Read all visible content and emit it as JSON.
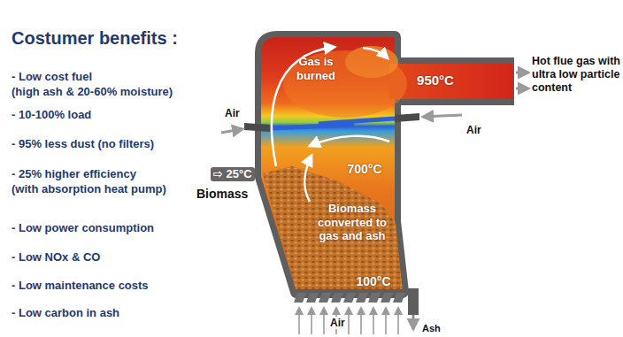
{
  "diagram": {
    "title": "Costumer benefits :",
    "labels": [
      "- Low cost fuel",
      "(high ash & 20-60% moisture)",
      "- 10-100% load",
      "- 95% less dust (no filters)",
      "- 25% higher efficiency",
      "(with absorption heat pump)",
      "- Low power consumption",
      "- Low NOx & CO",
      "- Low maintenance costs",
      "- Low carbon in ash",
      "Gas is burned",
      "950°C",
      "Hot flue gas with ultra low particle content",
      "Air",
      "Air",
      "700°C",
      "⇨ 25°C",
      "Biomass",
      "Biomass converted to gas and ash",
      "100°C",
      "Air",
      "Ash"
    ]
  }
}
